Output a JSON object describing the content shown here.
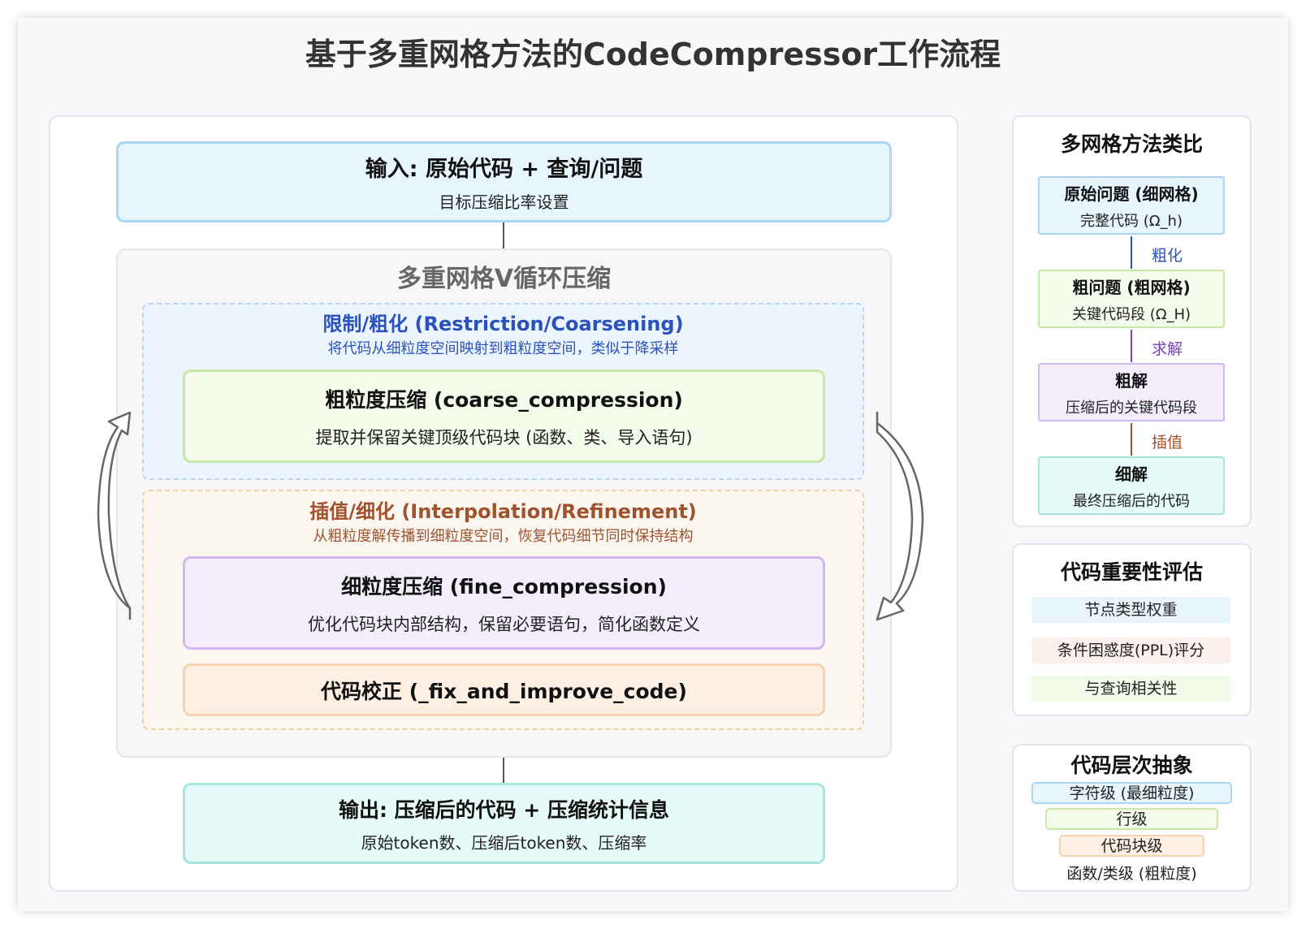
{
  "title": "基于多重网格方法的CodeCompressor工作流程",
  "flow": {
    "input": {
      "title": "输入: 原始代码 + 查询/问题",
      "desc": "目标压缩比率设置"
    },
    "vcycle": {
      "title": "多重网格V循环压缩"
    },
    "restriction": {
      "title": "限制/粗化 (Restriction/Coarsening)",
      "desc": "将代码从细粒度空间映射到粗粒度空间，类似于降采样"
    },
    "coarse": {
      "title": "粗粒度压缩 (coarse_compression)",
      "desc": "提取并保留关键顶级代码块 (函数、类、导入语句)"
    },
    "interpolation": {
      "title": "插值/细化 (Interpolation/Refinement)",
      "desc": "从粗粒度解传播到细粒度空间，恢复代码细节同时保持结构"
    },
    "fine": {
      "title": "细粒度压缩 (fine_compression)",
      "desc": "优化代码块内部结构，保留必要语句，简化函数定义"
    },
    "fix": {
      "title": "代码校正 (_fix_and_improve_code)"
    },
    "output": {
      "title": "输出: 压缩后的代码 + 压缩统计信息",
      "desc": "原始token数、压缩后token数、压缩率"
    }
  },
  "analogy": {
    "title": "多网格方法类比",
    "boxes": [
      {
        "title": "原始问题 (细网格)",
        "desc": "完整代码 (Ω_h)",
        "bg": "#e7f5fd",
        "border": "#a9d7f3"
      },
      {
        "title": "粗问题 (粗网格)",
        "desc": "关键代码段 (Ω_H)",
        "bg": "#f4fbea",
        "border": "#c5e8a6"
      },
      {
        "title": "粗解",
        "desc": "压缩后的关键代码段",
        "bg": "#f4eefc",
        "border": "#d2b8f0"
      },
      {
        "title": "细解",
        "desc": "最终压缩后的代码",
        "bg": "#e6faf8",
        "border": "#a7e6df"
      }
    ],
    "steps": [
      {
        "label": "粗化",
        "color": "#2a52be"
      },
      {
        "label": "求解",
        "color": "#7b3fc4"
      },
      {
        "label": "插值",
        "color": "#a0522d"
      }
    ]
  },
  "evaluation": {
    "title": "代码重要性评估",
    "items": [
      {
        "label": "节点类型权重",
        "bg": "#e9f5fd"
      },
      {
        "label": "条件困惑度(PPL)评分",
        "bg": "#fcf0ec"
      },
      {
        "label": "与查询相关性",
        "bg": "#f2fbe9"
      }
    ]
  },
  "abstraction": {
    "title": "代码层次抽象",
    "items": [
      {
        "label": "字符级 (最细粒度)",
        "bg": "#e7f5fd",
        "border": "#a9d7f3"
      },
      {
        "label": "行级",
        "bg": "#f4fbea",
        "border": "#c5e8a6"
      },
      {
        "label": "代码块级",
        "bg": "#fdf0e3",
        "border": "#f4d2b0"
      },
      {
        "label": "函数/类级 (粗粒度)",
        "bg": "#ffffff",
        "border": "#ffffff"
      }
    ]
  }
}
